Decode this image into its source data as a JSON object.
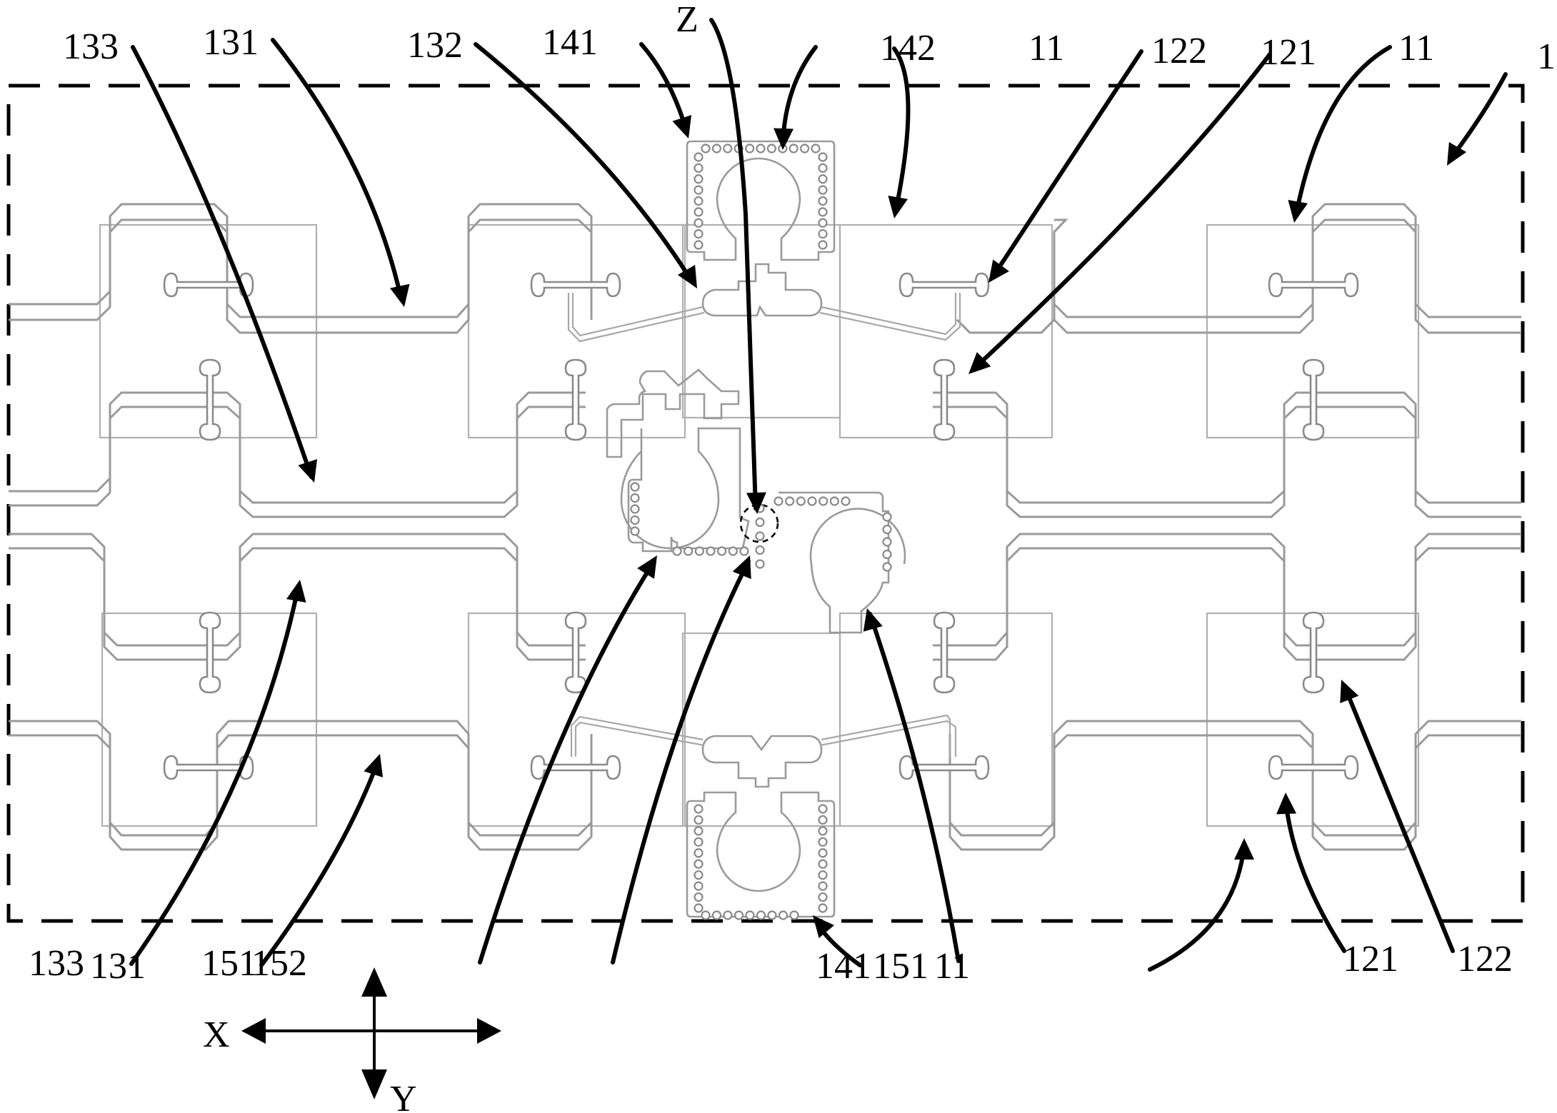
{
  "figure": {
    "type": "patent-layout-diagram",
    "description": "Antenna array layout with feed lines, radiating units and coupling structures"
  },
  "labels": {
    "top": [
      {
        "id": "133",
        "text": "133"
      },
      {
        "id": "131",
        "text": "131"
      },
      {
        "id": "132",
        "text": "132"
      },
      {
        "id": "141",
        "text": "141"
      },
      {
        "id": "Z",
        "text": "Z"
      },
      {
        "id": "142",
        "text": "142"
      },
      {
        "id": "11a",
        "text": "11"
      },
      {
        "id": "122",
        "text": "122"
      },
      {
        "id": "121",
        "text": "121"
      },
      {
        "id": "11b",
        "text": "11"
      },
      {
        "id": "1",
        "text": "1"
      }
    ],
    "bottom": [
      {
        "id": "133",
        "text": "133"
      },
      {
        "id": "131",
        "text": "131"
      },
      {
        "id": "151a",
        "text": "151"
      },
      {
        "id": "152",
        "text": "152"
      },
      {
        "id": "141",
        "text": "141"
      },
      {
        "id": "151b",
        "text": "151"
      },
      {
        "id": "11",
        "text": "11"
      },
      {
        "id": "121",
        "text": "121"
      },
      {
        "id": "122",
        "text": "122"
      }
    ]
  },
  "axes": {
    "x_label": "X",
    "y_label": "Y"
  },
  "colors": {
    "line_art": "#000000",
    "traces": "#9a9a9a",
    "background": "#ffffff"
  }
}
